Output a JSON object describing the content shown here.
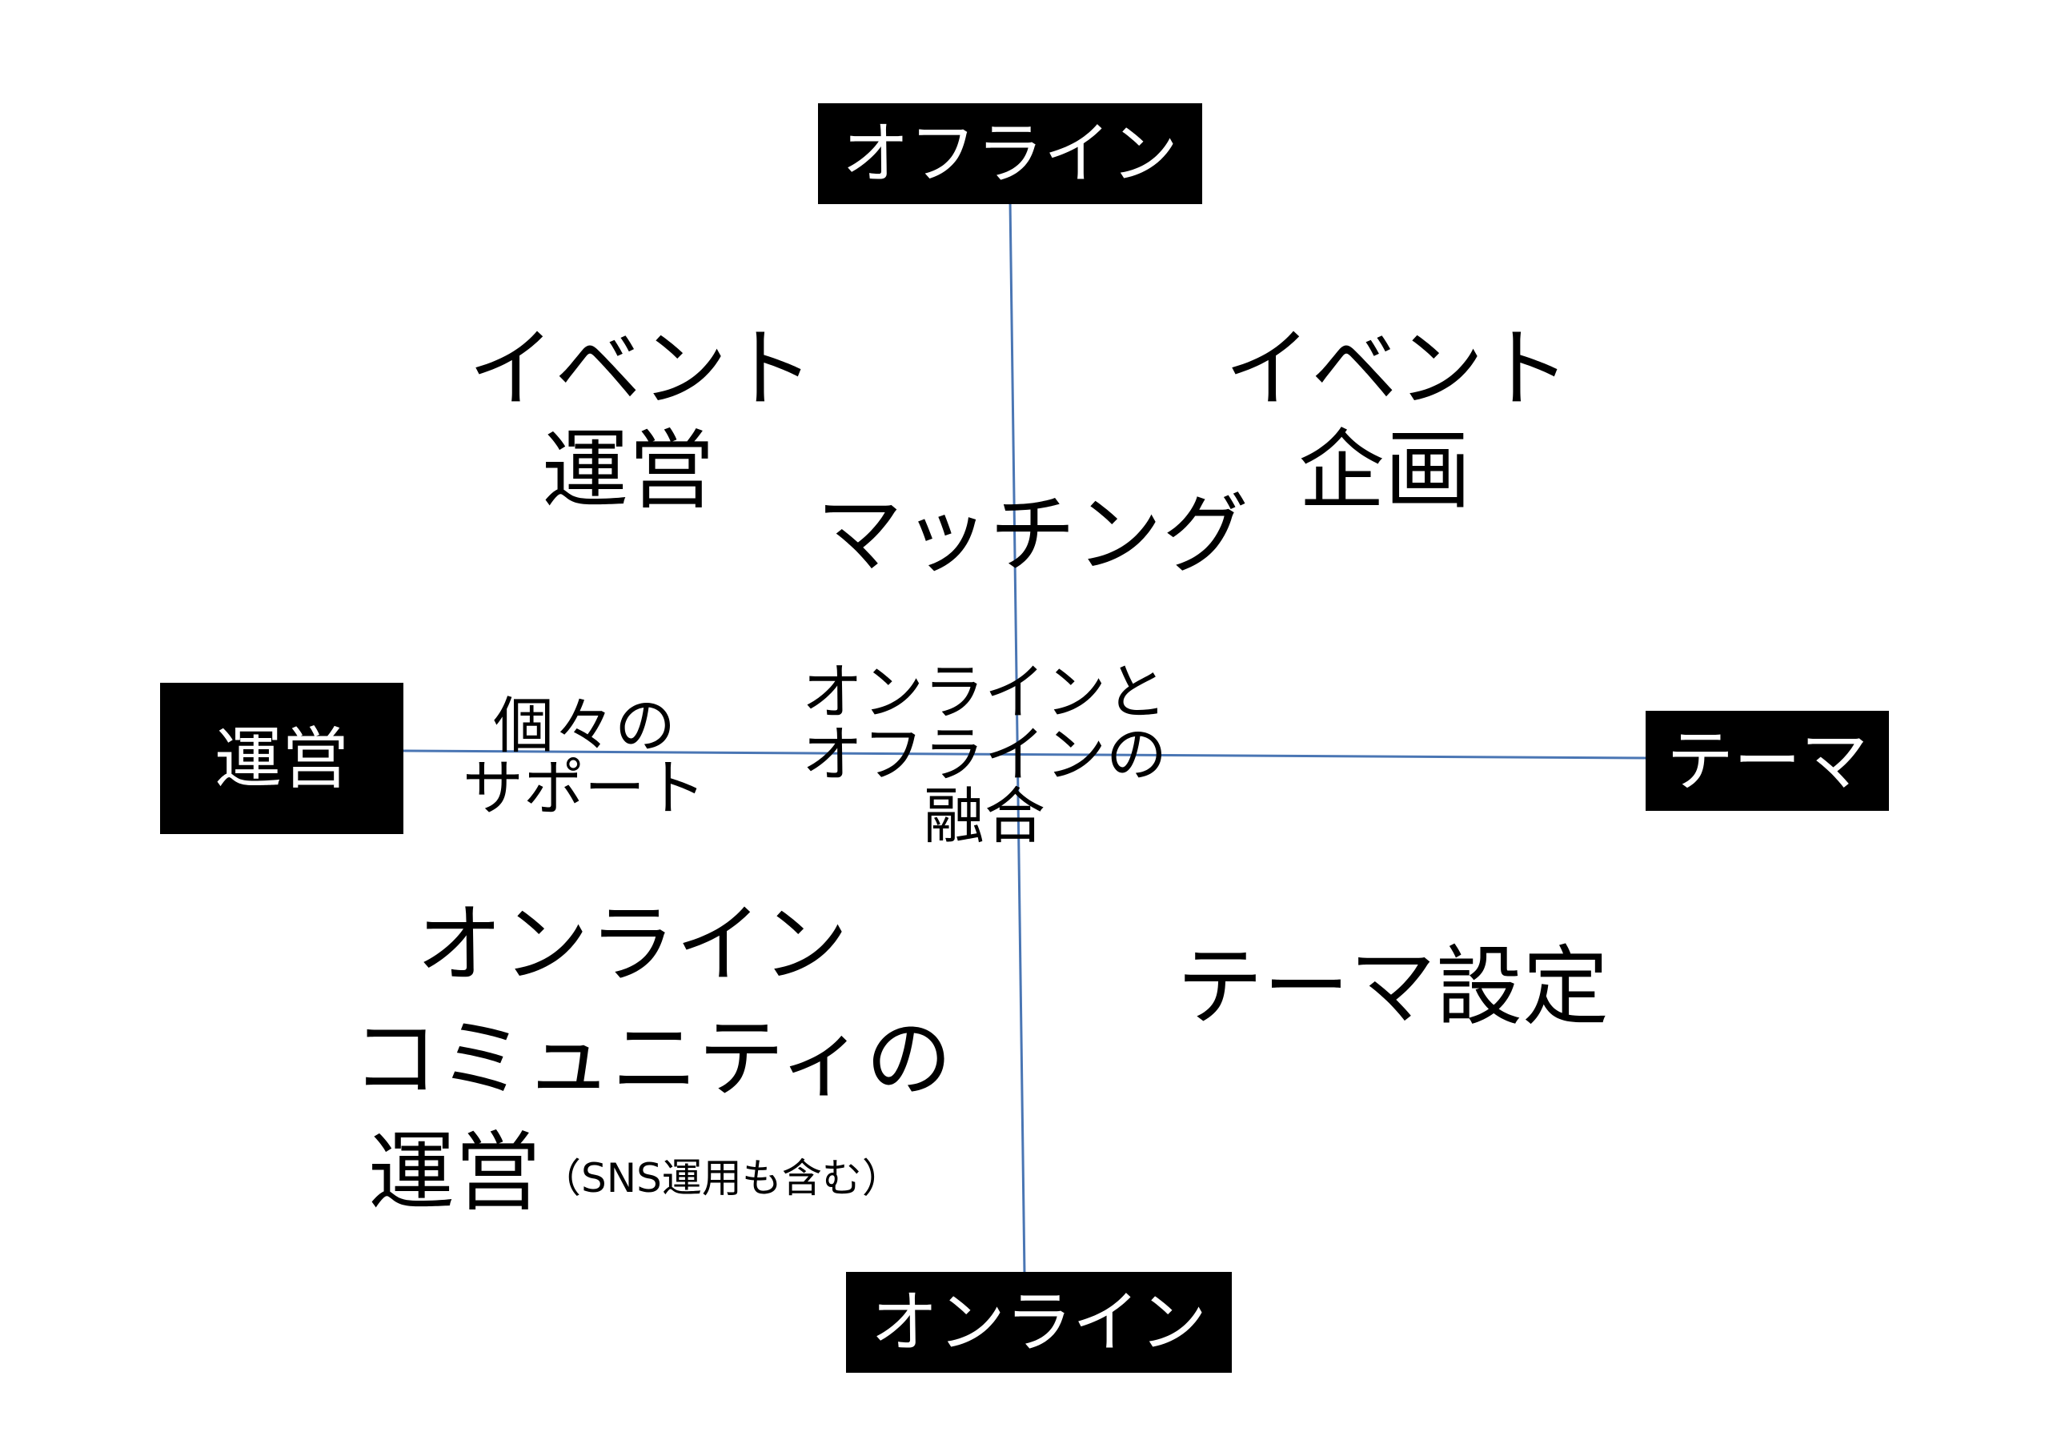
{
  "axes": {
    "top": "オフライン",
    "bottom": "オンライン",
    "left": "運営",
    "right": "テーマ"
  },
  "quadrants": {
    "top_left": [
      "イベント",
      "運営"
    ],
    "top_right": [
      "イベント",
      "企画"
    ],
    "bottom_left": {
      "lines": [
        "オンライン",
        "コミュニティの"
      ],
      "last_main": "運営",
      "last_note": "（SNS運用も含む）"
    },
    "bottom_right": "テーマ設定"
  },
  "center_items": {
    "matching": "マッチング",
    "support": [
      "個々の",
      "サポート"
    ],
    "fusion": [
      "オンラインと",
      "オフラインの",
      "融合"
    ]
  },
  "colors": {
    "axis_line": "#4a76b4",
    "box_bg": "#000000",
    "box_text": "#ffffff"
  }
}
